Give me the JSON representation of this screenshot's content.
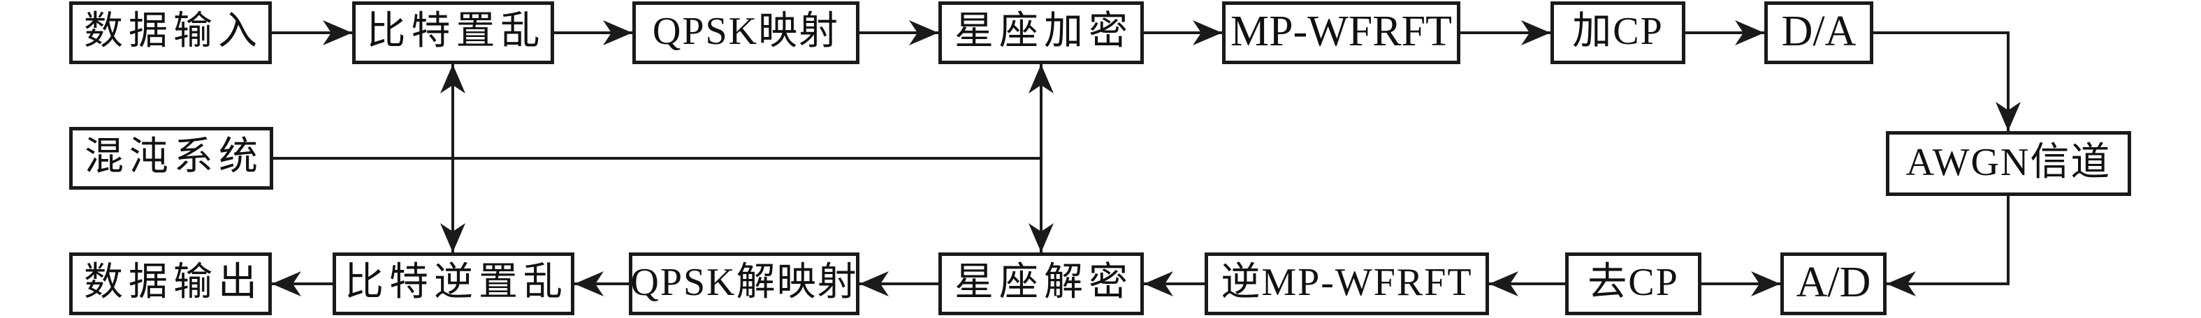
{
  "figure": {
    "background": "#ffffff",
    "line_color": "#1a1a1a",
    "text_color": "#111111"
  },
  "blocks": {
    "data_input": {
      "label": "数据输入"
    },
    "bit_scramble": {
      "label": "比特置乱"
    },
    "qpsk_map": {
      "label": "QPSK映射"
    },
    "const_encrypt": {
      "label": "星座加密"
    },
    "mp_wfrft": {
      "label": "MP-WFRFT"
    },
    "add_cp": {
      "label": "加CP"
    },
    "da": {
      "label": "D/A"
    },
    "chaos_system": {
      "label": "混沌系统"
    },
    "awgn_channel": {
      "label": "AWGN信道"
    },
    "data_output": {
      "label": "数据输出"
    },
    "bit_descramble": {
      "label": "比特逆置乱"
    },
    "qpsk_demap": {
      "label": "QPSK解映射"
    },
    "const_decrypt": {
      "label": "星座解密"
    },
    "inverse_mp_wfrft": {
      "label": "逆MP-WFRFT"
    },
    "remove_cp": {
      "label": "去CP"
    },
    "ad": {
      "label": "A/D"
    }
  },
  "connections": [
    {
      "from": "数据输入",
      "to": "比特置乱"
    },
    {
      "from": "比特置乱",
      "to": "QPSK映射"
    },
    {
      "from": "QPSK映射",
      "to": "星座加密"
    },
    {
      "from": "星座加密",
      "to": "MP-WFRFT"
    },
    {
      "from": "MP-WFRFT",
      "to": "加CP"
    },
    {
      "from": "加CP",
      "to": "D/A"
    },
    {
      "from": "D/A",
      "to": "AWGN信道"
    },
    {
      "from": "AWGN信道",
      "to": "A/D"
    },
    {
      "from": "去CP",
      "to": "A/D"
    },
    {
      "from": "去CP",
      "to": "逆MP-WFRFT"
    },
    {
      "from": "逆MP-WFRFT",
      "to": "星座解密"
    },
    {
      "from": "星座解密",
      "to": "QPSK解映射"
    },
    {
      "from": "QPSK解映射",
      "to": "比特逆置乱"
    },
    {
      "from": "比特逆置乱",
      "to": "数据输出"
    },
    {
      "from": "混沌系统",
      "to": "比特置乱"
    },
    {
      "from": "混沌系统",
      "to": "比特逆置乱"
    },
    {
      "from": "混沌系统",
      "to": "星座加密"
    },
    {
      "from": "混沌系统",
      "to": "星座解密"
    }
  ]
}
